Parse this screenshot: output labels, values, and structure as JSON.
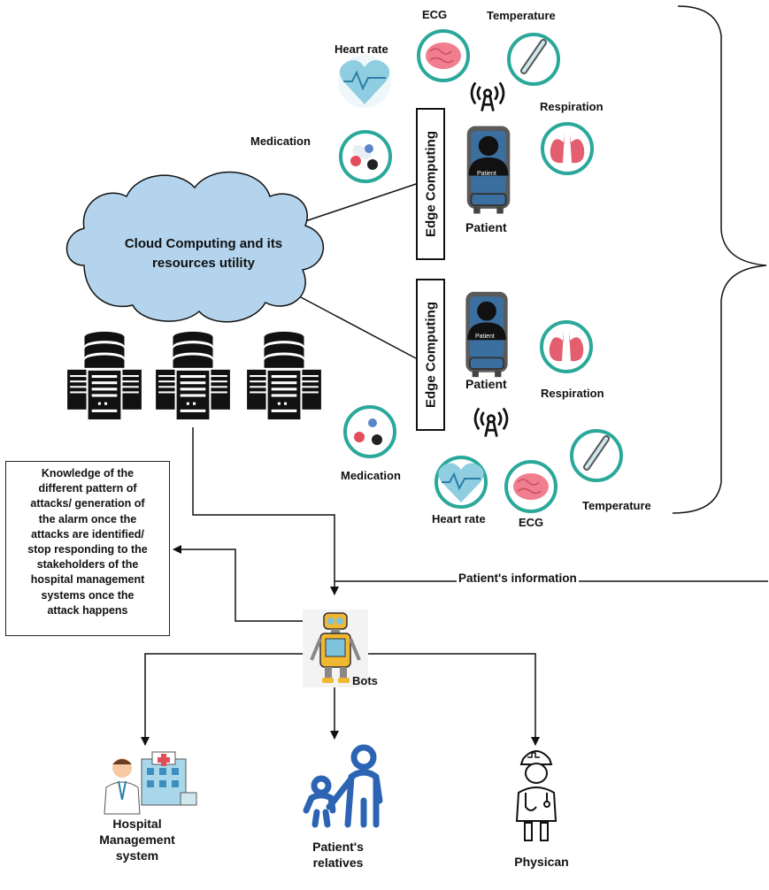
{
  "cloud": {
    "line1": "Cloud Computing and its",
    "line2": "resources utility"
  },
  "edge_computing_label": "Edge Computing",
  "cluster_top": {
    "ecg": "ECG",
    "temperature": "Temperature",
    "heart_rate": "Heart rate",
    "respiration": "Respiration",
    "medication": "Medication",
    "patient": "Patient"
  },
  "cluster_bottom": {
    "patient": "Patient",
    "respiration": "Respiration",
    "medication": "Medication",
    "heart_rate": "Heart rate",
    "ecg": "ECG",
    "temperature": "Temperature"
  },
  "bed_tag": "Patient",
  "knowledge_box": {
    "lines": [
      "Knowledge of the",
      "different pattern of",
      "attacks/ generation of",
      "the alarm once the",
      "attacks are identified/",
      "stop responding to the",
      "stakeholders of the",
      "hospital management",
      "systems once the",
      "attack happens"
    ]
  },
  "patient_information": "Patient's information",
  "bots": "Bots",
  "outputs": {
    "hospital": [
      "Hospital",
      "Management",
      "system"
    ],
    "relatives": [
      "Patient's",
      "relatives"
    ],
    "physician": "Physican"
  },
  "colors": {
    "cloud_fill": "#b3d4ec",
    "teal_ring": "#2aa89a",
    "brain": "#f07e8e",
    "lung": "#e35f6f",
    "heart": "#8fcde0",
    "bed": "#3b6fa0",
    "people": "#2c64b3"
  }
}
